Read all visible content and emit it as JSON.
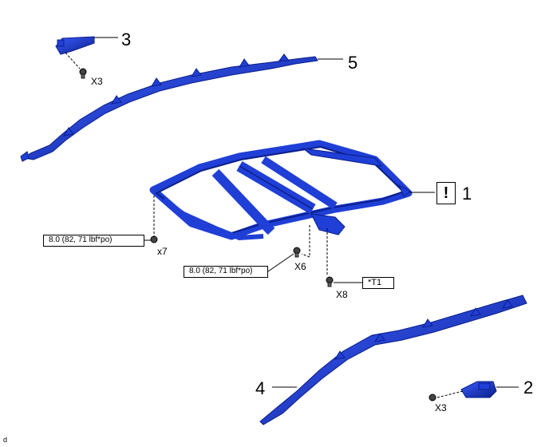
{
  "callouts": {
    "part1": "1",
    "part2": "2",
    "part3": "3",
    "part4": "4",
    "part5": "5"
  },
  "quantities": {
    "x7": "x7",
    "x6": "X6",
    "x8": "X8",
    "x3_top": "X3",
    "x3_bottom": "X3"
  },
  "torque": {
    "left": "8.0 (82, 71 lbf*po)",
    "center": "8.0 (82, 71 lbf*po)"
  },
  "reference": {
    "t1": "*T1"
  },
  "warning": {
    "symbol": "!"
  },
  "footer": {
    "code": "d"
  },
  "colors": {
    "part_blue": "#1f3fd6",
    "part_dark": "#0b1f8a",
    "line": "#000000"
  }
}
